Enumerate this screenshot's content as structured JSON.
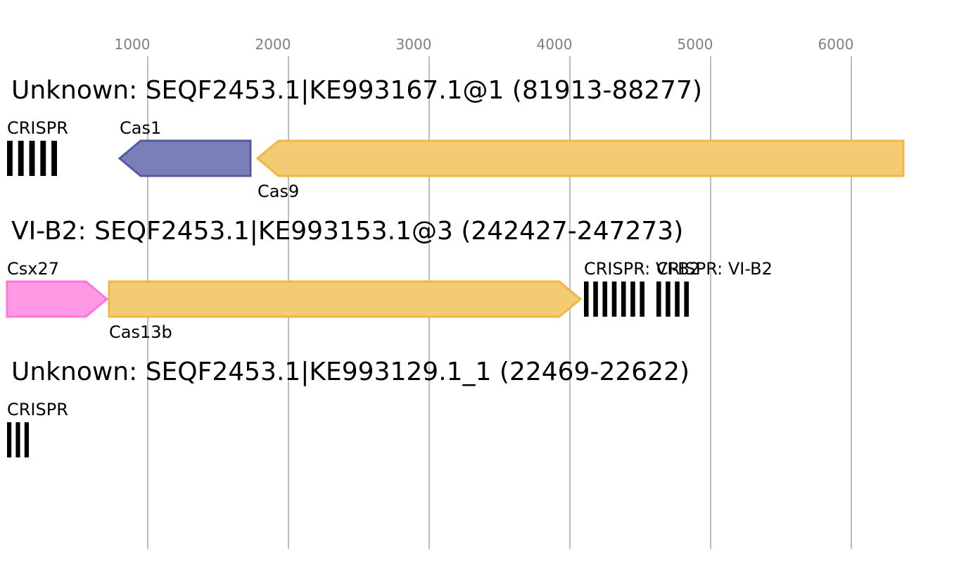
{
  "chart_data": {
    "type": "diagram",
    "axis": {
      "ticks": [
        {
          "value": 1000,
          "label": "1000"
        },
        {
          "value": 2000,
          "label": "2000"
        },
        {
          "value": 3000,
          "label": "3000"
        },
        {
          "value": 4000,
          "label": "4000"
        },
        {
          "value": 5000,
          "label": "5000"
        },
        {
          "value": 6000,
          "label": "6000"
        }
      ],
      "gridlines": true
    },
    "loci": [
      {
        "title": "Unknown: SEQF2453.1|KE993167.1@1 (81913-88277)",
        "features": [
          {
            "kind": "crispr",
            "label": "CRISPR",
            "start": 0,
            "end": 355,
            "spacers": 5
          },
          {
            "kind": "gene",
            "label": "Cas1",
            "start": 800,
            "end": 1730,
            "strand": "-",
            "color": "#7b7fb8",
            "stroke": "#5558a3",
            "label_pos": "above"
          },
          {
            "kind": "gene",
            "label": "Cas9",
            "start": 1780,
            "end": 6370,
            "strand": "-",
            "color": "#f2cb72",
            "stroke": "#efb744",
            "label_pos": "below"
          }
        ]
      },
      {
        "title": "VI-B2: SEQF2453.1|KE993153.1@3 (242427-247273)",
        "features": [
          {
            "kind": "gene",
            "label": "Csx27",
            "start": 0,
            "end": 710,
            "strand": "+",
            "color": "#ff99e6",
            "stroke": "#ff77dd",
            "label_pos": "above"
          },
          {
            "kind": "gene",
            "label": "Cas13b",
            "start": 725,
            "end": 4075,
            "strand": "+",
            "color": "#f2cb72",
            "stroke": "#efb744",
            "label_pos": "below"
          },
          {
            "kind": "crispr",
            "label": "CRISPR: VI-B2",
            "start": 4100,
            "end": 4530,
            "spacers": 7
          },
          {
            "kind": "crispr",
            "label": "CRISPR: VI-B2",
            "start": 4615,
            "end": 4845,
            "spacers": 4
          }
        ]
      },
      {
        "title": "Unknown: SEQF2453.1|KE993129.1_1 (22469-22622)",
        "features": [
          {
            "kind": "crispr",
            "label": "CRISPR",
            "start": 0,
            "end": 155,
            "spacers": 3
          }
        ]
      }
    ]
  }
}
